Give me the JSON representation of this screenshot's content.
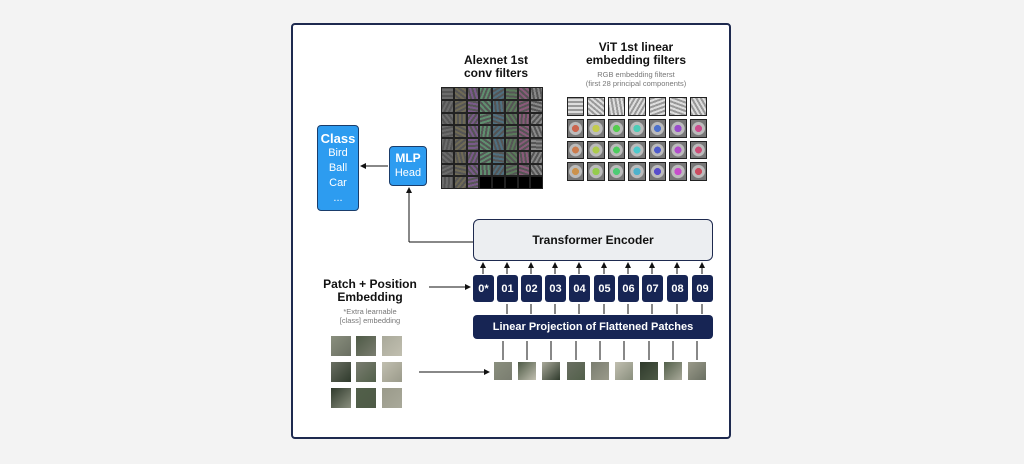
{
  "diagram": {
    "alexnet": {
      "title_line1": "Alexnet 1st",
      "title_line2": "conv filters"
    },
    "vit": {
      "title_line1": "ViT 1st linear",
      "title_line2": "embedding filters",
      "caption_line1": "RGB embedding filterst",
      "caption_line2": "(first 28 principal components)"
    },
    "class_box": {
      "title": "Class",
      "items": [
        "Bird",
        "Ball",
        "Car",
        "..."
      ]
    },
    "mlp_head": {
      "title": "MLP",
      "subtitle": "Head"
    },
    "encoder_label": "Transformer Encoder",
    "projection_label": "Linear Projection of Flattened Patches",
    "patch_embedding": {
      "title_line1": "Patch + Position",
      "title_line2": "Embedding",
      "note_line1": "*Extra learnable",
      "note_line2": "[class] embedding"
    },
    "tokens": [
      "0*",
      "01",
      "02",
      "03",
      "04",
      "05",
      "06",
      "07",
      "08",
      "09"
    ]
  },
  "colors": {
    "primary_blue": "#2d9cf0",
    "navy": "#172554",
    "encoder_fill": "#eceef1",
    "frame": "#1e2a4f"
  }
}
